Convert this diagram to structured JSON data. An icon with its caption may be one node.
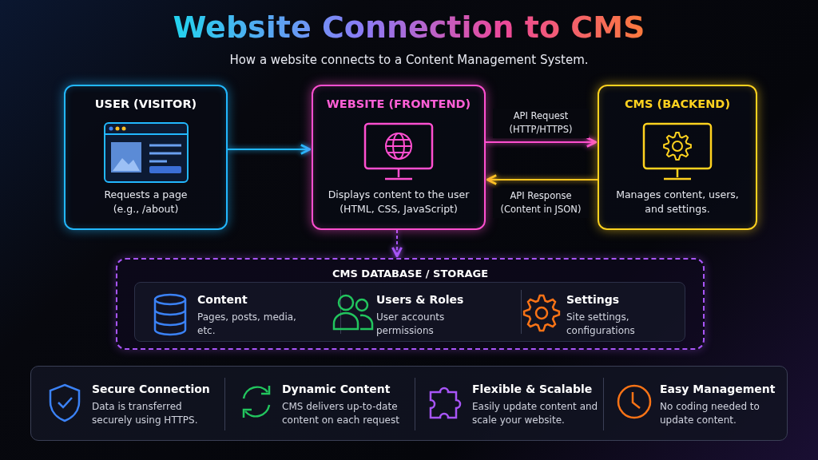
{
  "diagram": {
    "title": "Website Connection to CMS",
    "caption": "How a website connects to a Content Management System.",
    "nodes": [
      {
        "text": [
          "USER (VISITOR)",
          "Requests a page (e.g., /about)"
        ]
      },
      {
        "text": [
          "WEBSITE (FRONTEND)",
          "Displays content to the user (HTML, CSS, JavaScript)"
        ]
      },
      {
        "text": [
          "CMS (BACKEND)",
          "Manages content, users, and settings."
        ]
      },
      {
        "text": [
          "CMS DATABASE / STORAGE"
        ]
      },
      {
        "text": [
          "Content",
          "Pages, posts, media, etc."
        ],
        "in": 3
      },
      {
        "text": [
          "Users & Roles",
          "User accounts permissions"
        ],
        "in": 3
      },
      {
        "text": [
          "Settings",
          "Site settings, configurations"
        ],
        "in": 3
      },
      {
        "text": [],
        "shape": "box"
      },
      {
        "text": [
          "Secure Connection",
          "Data is transferred securely using HTTPS."
        ],
        "in": 7
      },
      {
        "text": [
          "Dynamic Content",
          "CMS delivers up-to-date content on each request"
        ],
        "in": 7
      },
      {
        "text": [
          "Flexible & Scalable",
          "Easily update content and scale your website."
        ],
        "in": 7
      },
      {
        "text": [
          "Easy Management",
          "No coding needed to update content."
        ],
        "in": 7
      }
    ],
    "edges": [
      {
        "from": 0,
        "to": 1,
        "arrow": "to",
        "color": "#22b8ff"
      },
      {
        "from": 1,
        "to": 2,
        "arrow": "to",
        "label": "API Request (HTTP/HTTPS)",
        "color": "#ff4fd0"
      },
      {
        "from": 2,
        "to": 1,
        "arrow": "to",
        "label": "API Response (Content in JSON)",
        "color": "#ffc61f"
      },
      {
        "from": 1,
        "to": 3,
        "arrow": "to",
        "style": "dashed",
        "color": "#a855f7"
      }
    ]
  }
}
